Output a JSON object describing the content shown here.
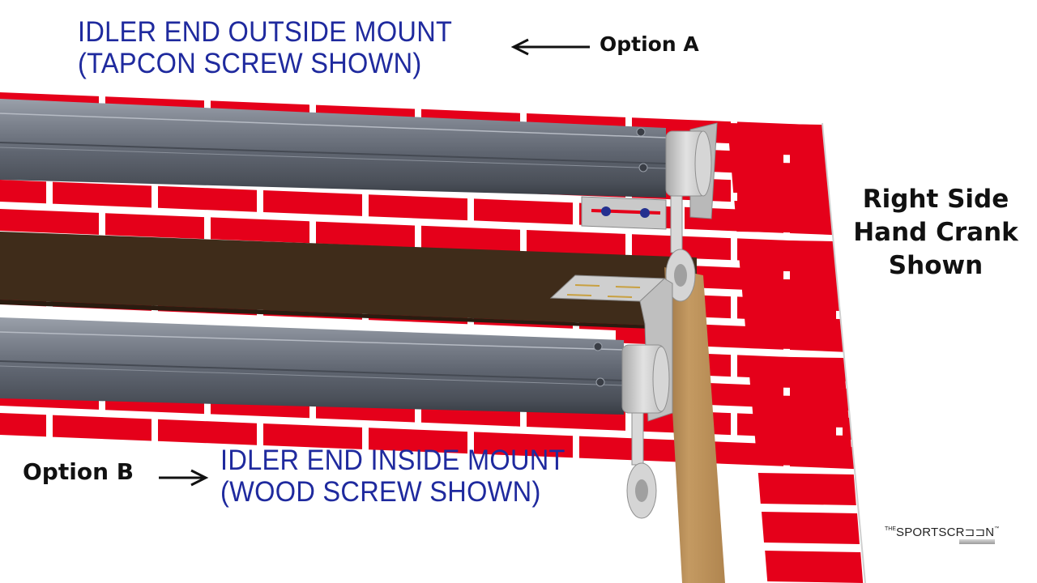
{
  "labels": {
    "top_line1": "IDLER END OUTSIDE MOUNT",
    "top_line2": "(TAPCON SCREW SHOWN)",
    "option_a": "Option A",
    "bottom_line1": "IDLER END INSIDE MOUNT",
    "bottom_line2": "(WOOD SCREW SHOWN)",
    "option_b": "Option B",
    "side_line1": "Right Side",
    "side_line2": "Hand Crank",
    "side_line3": "Shown"
  },
  "logo": {
    "prefix": "THE",
    "brand": "SPORTSCR⊐⊐N",
    "mark": "™"
  },
  "colors": {
    "label_blue": "#1f2a9e",
    "brick_red": "#e5001a",
    "mortar": "#ffffff",
    "roller_gray": "#6e7480",
    "header_brown": "#3f2c1a",
    "jamb_tan": "#b98d57",
    "bracket_silver": "#c8c8c8"
  }
}
